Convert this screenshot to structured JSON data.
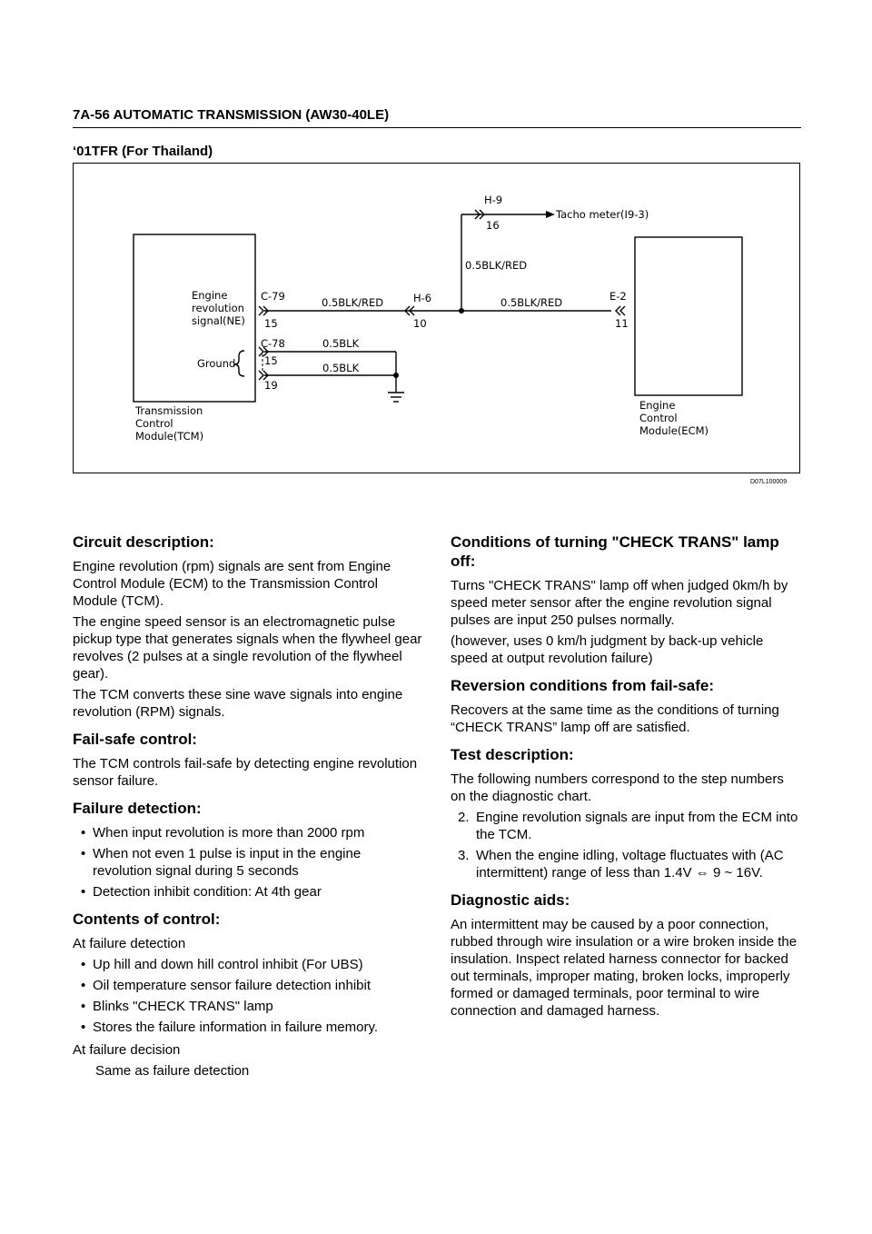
{
  "header": {
    "title": "7A-56  AUTOMATIC TRANSMISSION (AW30-40LE)",
    "subtitle": "‘01TFR (For Thailand)"
  },
  "diagram": {
    "code": "D07L100009",
    "tcm_label": [
      "Transmission",
      "Control",
      "Module(TCM)"
    ],
    "ecm_label": [
      "Engine",
      "Control",
      "Module(ECM)"
    ],
    "ne_label": [
      "Engine",
      "revolution",
      "signal(NE)"
    ],
    "ground_label": "Ground",
    "c79": "C-79",
    "c79_pin": "15",
    "c78": "C-78",
    "c78_pin_a": "15",
    "c78_pin_b": "19",
    "h6": "H-6",
    "h6_pin": "10",
    "h9": "H-9",
    "h9_pin": "16",
    "e2": "E-2",
    "e2_pin": "11",
    "wire_blk_red_1": "0.5BLK/RED",
    "wire_blk_red_2": "0.5BLK/RED",
    "wire_blk_red_3": "0.5BLK/RED",
    "wire_blk_1": "0.5BLK",
    "wire_blk_2": "0.5BLK",
    "tacho": "Tacho meter(I9-3)"
  },
  "left": {
    "circuit_heading": "Circuit description:",
    "circuit_p1": "Engine revolution (rpm) signals are sent from Engine Control Module (ECM) to the Transmission Control Module (TCM).",
    "circuit_p2": "The engine speed sensor is an electromagnetic pulse pickup type that generates signals when the flywheel gear revolves (2 pulses at a single revolution of the flywheel gear).",
    "circuit_p3": "The TCM converts these sine wave signals into engine revolution (RPM) signals.",
    "failsafe_heading": "Fail-safe control:",
    "failsafe_p1": "The TCM controls fail-safe by detecting engine revolution sensor failure.",
    "detection_heading": "Failure detection:",
    "detection_items": [
      "When input revolution is more than 2000 rpm",
      "When not even 1 pulse is input in the engine revolution signal during 5 seconds",
      "Detection inhibit condition: At 4th gear"
    ],
    "contents_heading": "Contents of control:",
    "at_detection": "At failure detection",
    "contents_items": [
      "Up hill and down hill control inhibit (For UBS)",
      "Oil temperature sensor failure detection inhibit",
      "Blinks \"CHECK TRANS\" lamp",
      "Stores the failure information in failure memory."
    ],
    "at_decision": "At failure decision",
    "same_as": "Same as failure detection"
  },
  "right": {
    "lamp_heading": "Conditions of turning \"CHECK TRANS\" lamp off:",
    "lamp_p1": "Turns \"CHECK TRANS\" lamp off when judged 0km/h by speed meter sensor after the engine revolution signal pulses are input 250 pulses normally.",
    "lamp_p2": "(however, uses 0 km/h judgment by back-up vehicle speed at output revolution failure)",
    "reversion_heading": "Reversion conditions from fail-safe:",
    "reversion_p1": "Recovers at the same time as the conditions of turning “CHECK TRANS” lamp off are satisfied.",
    "test_heading": "Test description:",
    "test_p1": "The following numbers correspond to the step numbers on the diagnostic chart.",
    "test_steps": [
      {
        "num": "2.",
        "text": "Engine revolution signals are input from the ECM into the TCM."
      },
      {
        "num": "3.",
        "text": "When the engine idling, voltage fluctuates with (AC intermittent) range of less than 1.4V ⇔ 9 ~ 16V."
      }
    ],
    "aids_heading": "Diagnostic aids:",
    "aids_p1": "An intermittent may be caused by a poor connection, rubbed through wire insulation or a wire broken inside the insulation. Inspect related harness connector for backed out terminals, improper mating, broken locks, improperly formed or damaged terminals, poor terminal to wire connection and damaged harness."
  }
}
